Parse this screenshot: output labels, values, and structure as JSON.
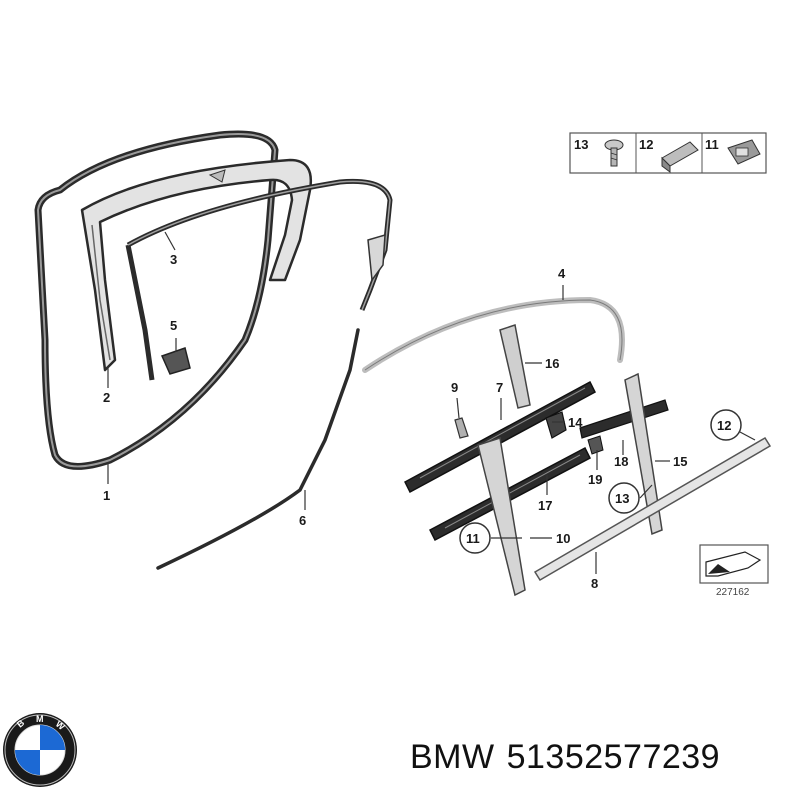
{
  "callouts": {
    "c1": "1",
    "c2": "2",
    "c3": "3",
    "c4": "4",
    "c5": "5",
    "c6": "6",
    "c7": "7",
    "c8": "8",
    "c9": "9",
    "c10": "10",
    "c11": "11",
    "c11b": "11",
    "c12": "12",
    "c12b": "12",
    "c13": "13",
    "c13b": "13",
    "c14": "14",
    "c15": "15",
    "c16": "16",
    "c17": "17",
    "c18": "18",
    "c19": "19"
  },
  "diagram_id": "227162",
  "footer": {
    "brand": "BMW",
    "part_number": "51352577239"
  },
  "logo": {
    "letters": "BMW",
    "colors": {
      "blue": "#1c69d4",
      "ring": "#111111",
      "white": "#ffffff"
    }
  }
}
